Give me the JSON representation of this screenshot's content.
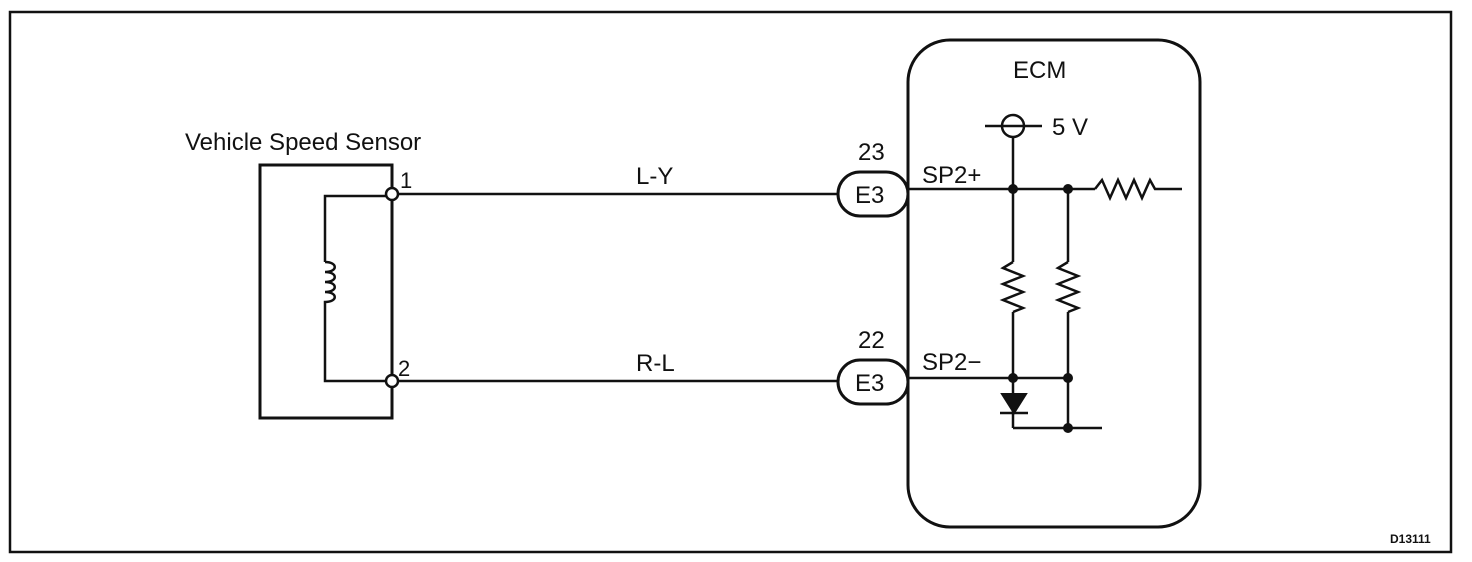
{
  "sensor": {
    "title": "Vehicle Speed Sensor",
    "pin1": "1",
    "pin2": "2"
  },
  "wires": {
    "top_color": "L-Y",
    "bottom_color": "R-L"
  },
  "connectors": {
    "top": {
      "pin": "23",
      "name": "E3"
    },
    "bottom": {
      "pin": "22",
      "name": "E3"
    }
  },
  "ecm": {
    "title": "ECM",
    "supply": "5 V",
    "terminal_pos": "SP2+",
    "terminal_neg": "SP2−"
  },
  "figure_id": "D13111"
}
